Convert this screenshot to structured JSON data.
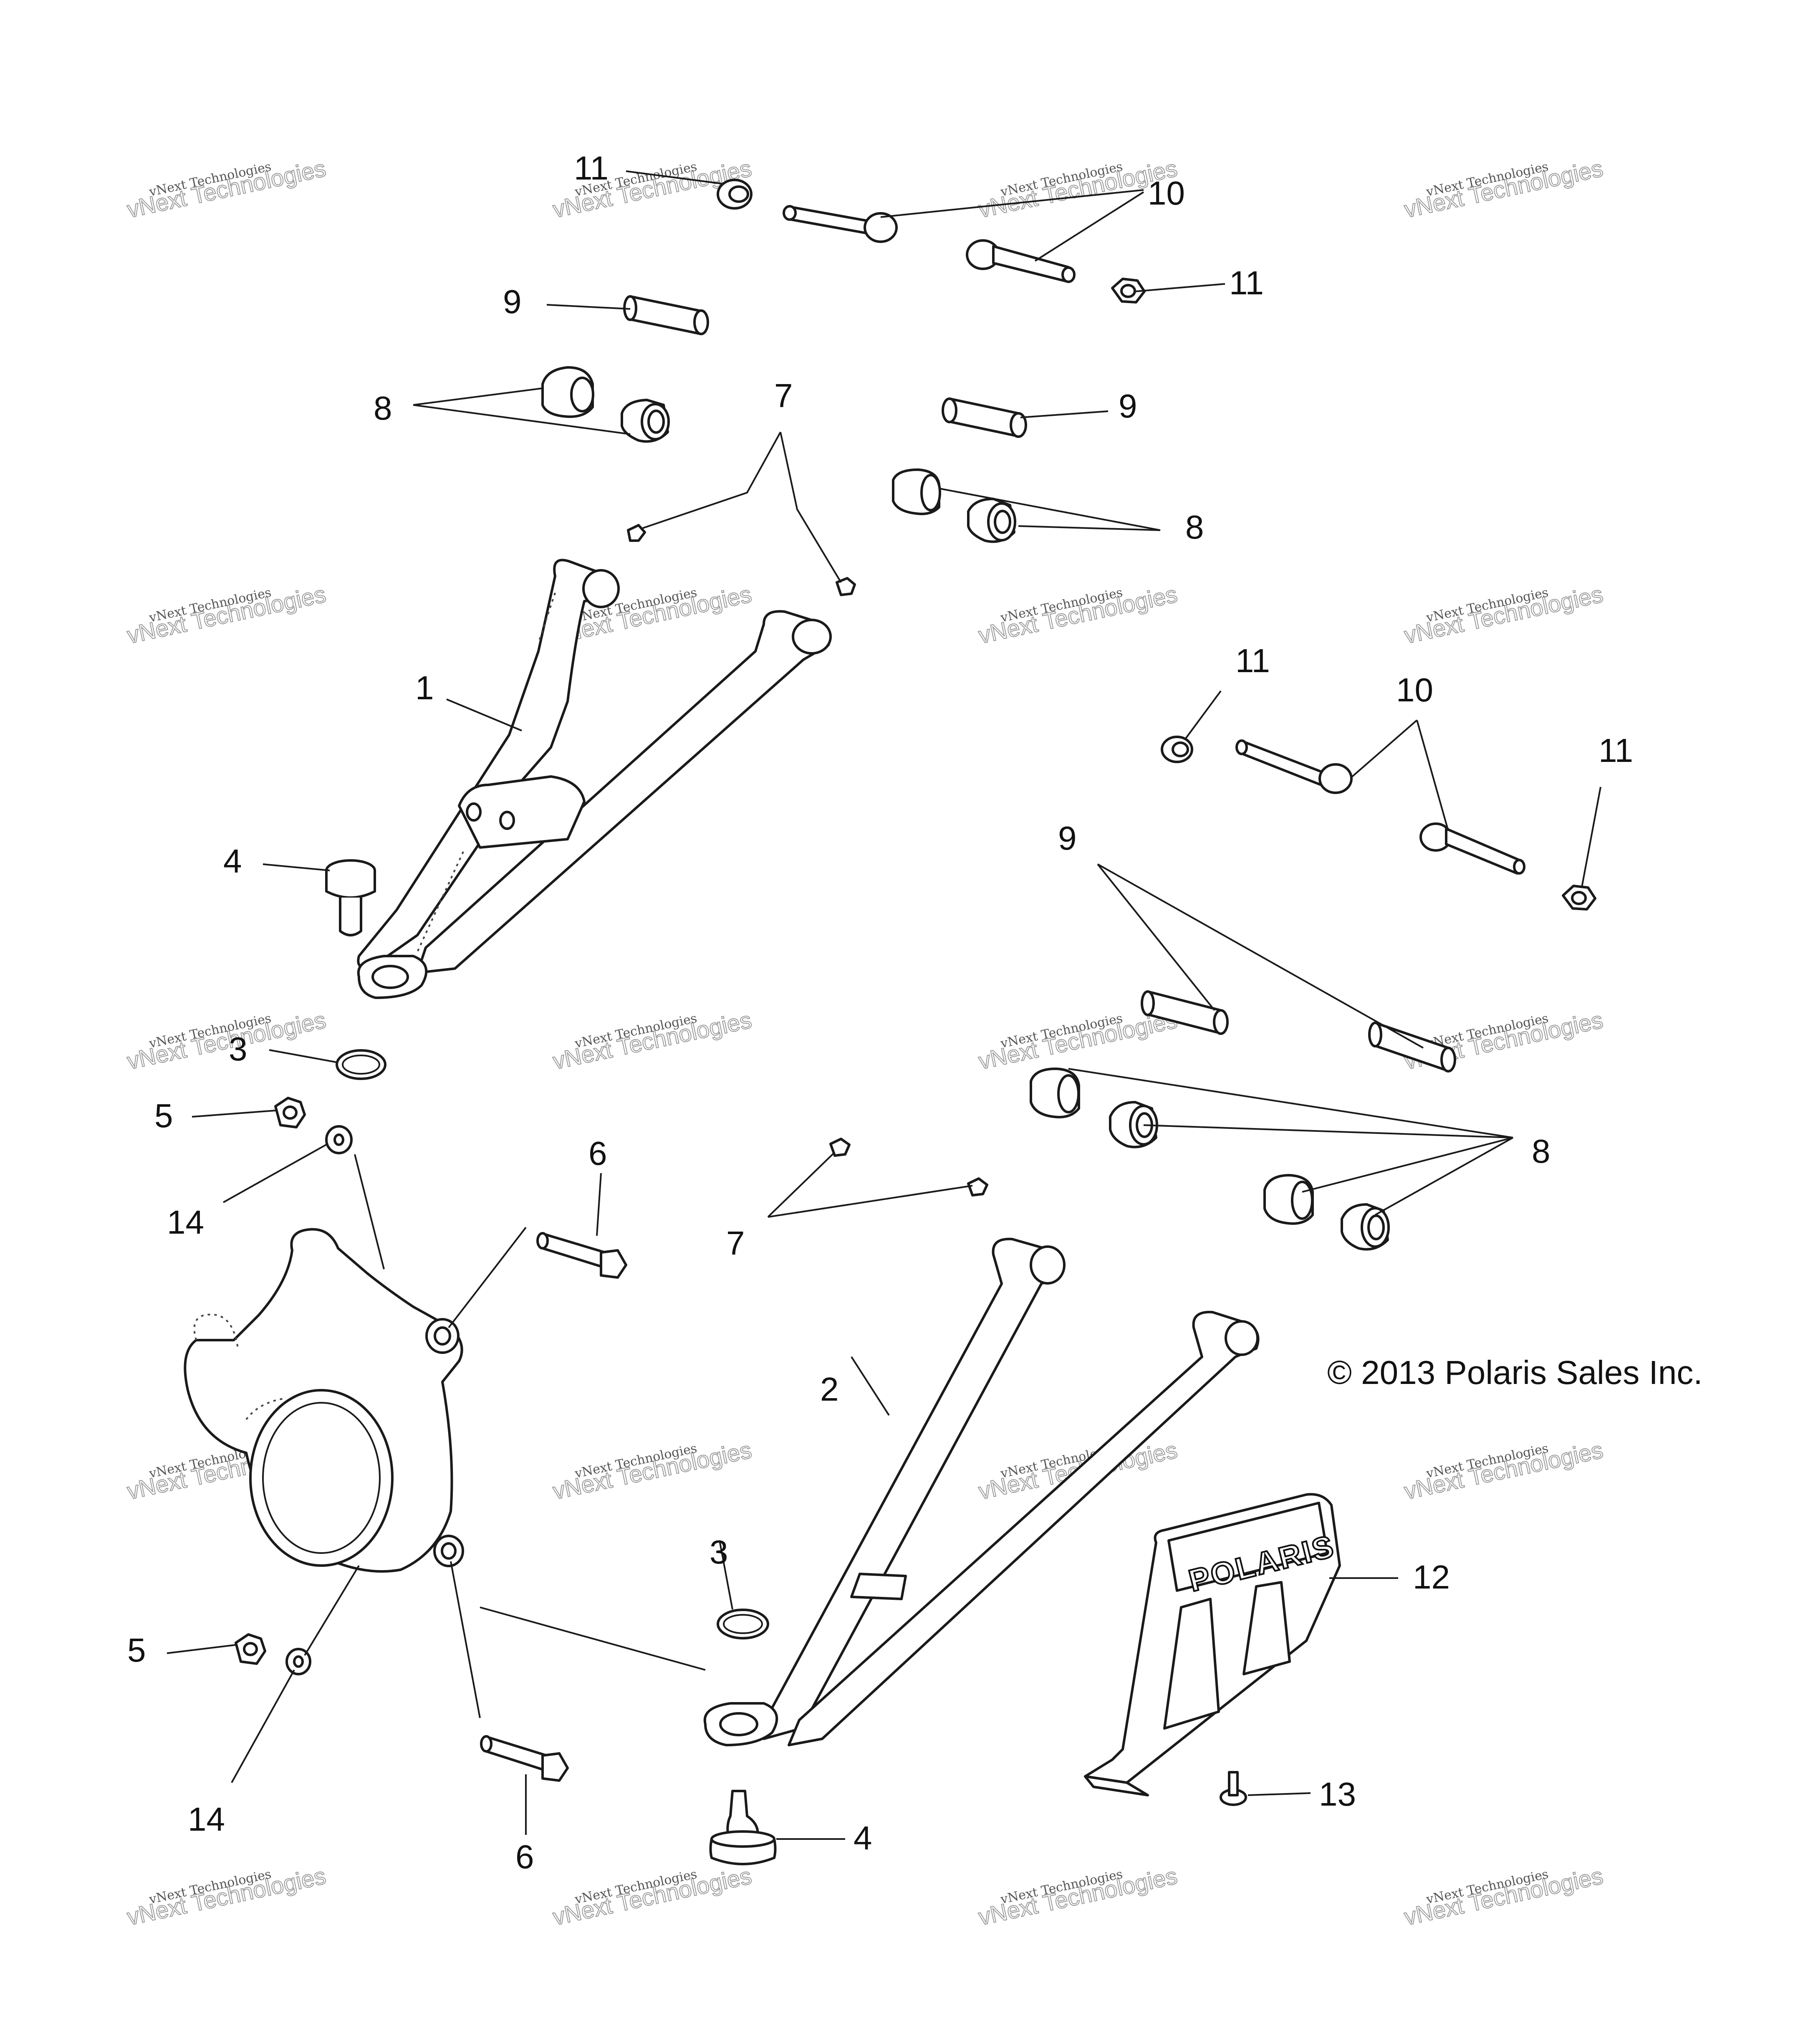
{
  "callouts": {
    "c1": "1",
    "c2": "2",
    "c3a": "3",
    "c3b": "3",
    "c4a": "4",
    "c4b": "4",
    "c5a": "5",
    "c5b": "5",
    "c6a": "6",
    "c6b": "6",
    "c7a": "7",
    "c7b": "7",
    "c8a": "8",
    "c8b": "8",
    "c8c": "8",
    "c9a": "9",
    "c9b": "9",
    "c9c": "9",
    "c10a": "10",
    "c10b": "10",
    "c11a": "11",
    "c11b": "11",
    "c11c": "11",
    "c11d": "11",
    "c12": "12",
    "c13": "13",
    "c14a": "14",
    "c14b": "14"
  },
  "copyright": "© 2013 Polaris Sales Inc.",
  "logo": "POLARIS",
  "watermark": {
    "line1": "vNext Technologies",
    "line2": "vNext Technologies"
  },
  "colors": {
    "line": "#1a1a1a",
    "background": "#ffffff",
    "watermark": "#9a9a9a"
  }
}
